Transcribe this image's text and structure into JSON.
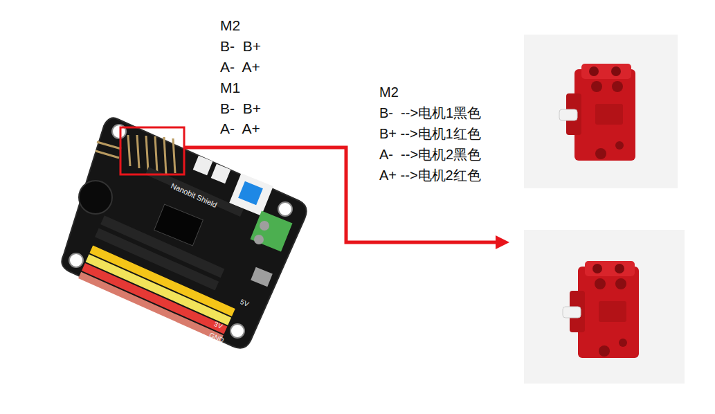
{
  "diagram": {
    "labels": [
      "M2",
      "B-  B+",
      "A-  A+",
      "M1",
      "B-  B+",
      "A-  A+",
      "M2",
      "B-  -->电机1黑色",
      "B+ -->电机1红色",
      "A-  -->电机2黑色",
      "A+ -->电机2红色",
      "Nanobit Shield",
      "5V",
      "3V",
      "GND"
    ]
  }
}
